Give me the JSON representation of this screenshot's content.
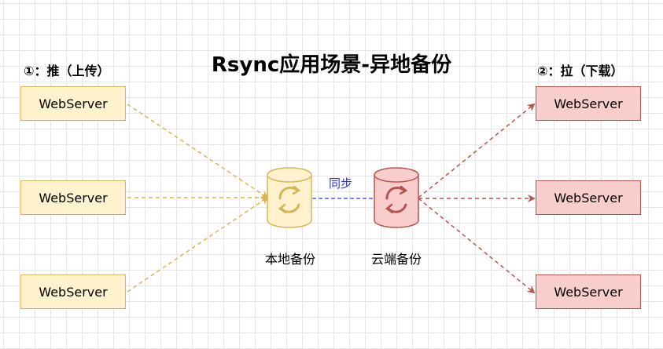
{
  "diagram": {
    "title": "Rsync应用场景-异地备份",
    "push_heading": "①：推（上传）",
    "pull_heading": "②：拉（下载）",
    "push_servers": [
      "WebServer",
      "WebServer",
      "WebServer"
    ],
    "pull_servers": [
      "WebServer",
      "WebServer",
      "WebServer"
    ],
    "local_backup_label": "本地备份",
    "cloud_backup_label": "云端备份",
    "sync_label": "同步",
    "colors": {
      "push_fill": "#fff2cc",
      "push_stroke": "#d6b656",
      "pull_fill": "#f8cecc",
      "pull_stroke": "#b85450",
      "sync_line": "#3333ff"
    },
    "icons": {
      "local_backup": "database-sync-icon",
      "cloud_backup": "database-sync-icon"
    }
  }
}
